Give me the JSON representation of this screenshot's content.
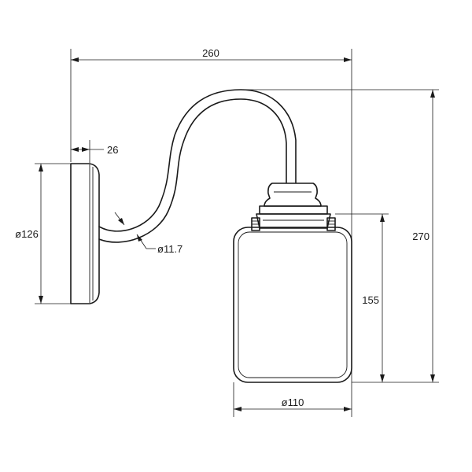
{
  "dimensions": {
    "overall_width": "260",
    "overall_height": "270",
    "backplate_depth": "26",
    "backplate_diameter": "ø126",
    "arm_diameter": "ø11.7",
    "shade_height": "155",
    "shade_diameter": "ø110"
  },
  "colors": {
    "line": "#1a1a1a",
    "background": "#ffffff"
  }
}
